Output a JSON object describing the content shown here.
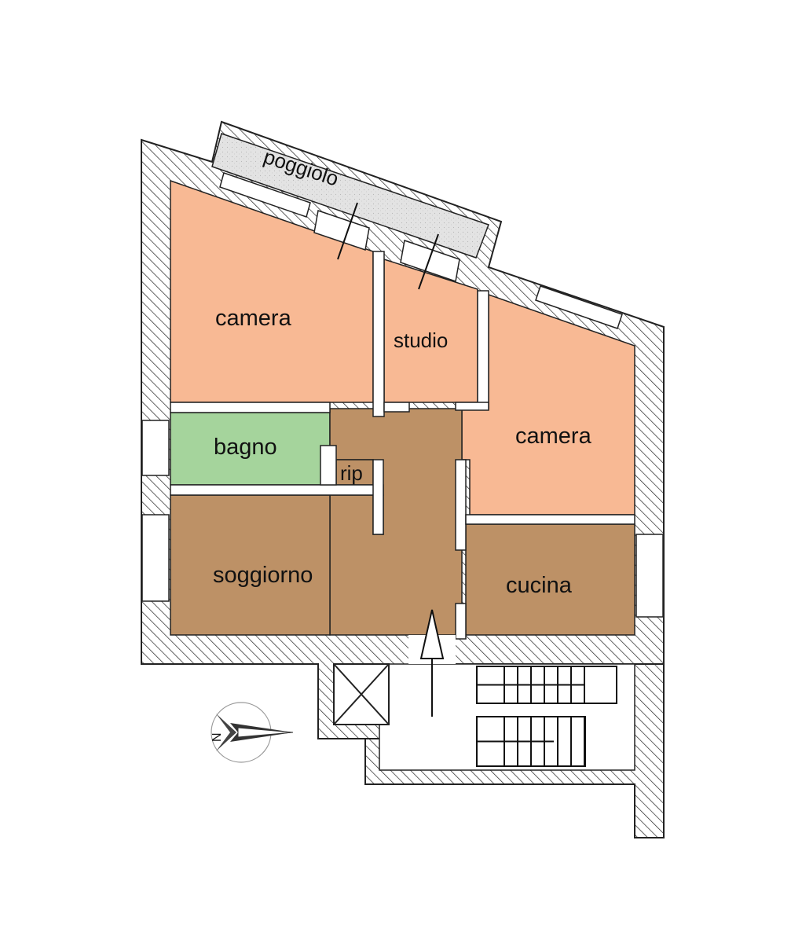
{
  "rooms": {
    "poggiolo": "poggiolo",
    "camera_left": "camera",
    "studio": "studio",
    "camera_right": "camera",
    "bagno": "bagno",
    "rip": "rip",
    "soggiorno": "soggiorno",
    "cucina": "cucina"
  },
  "compass": {
    "letter": "N"
  },
  "colors": {
    "bedroom": "#f8b994",
    "bathroom": "#a5d49c",
    "living": "#bd9166",
    "wall_hatch": "#222222",
    "balcony": "#e4e4e4"
  }
}
